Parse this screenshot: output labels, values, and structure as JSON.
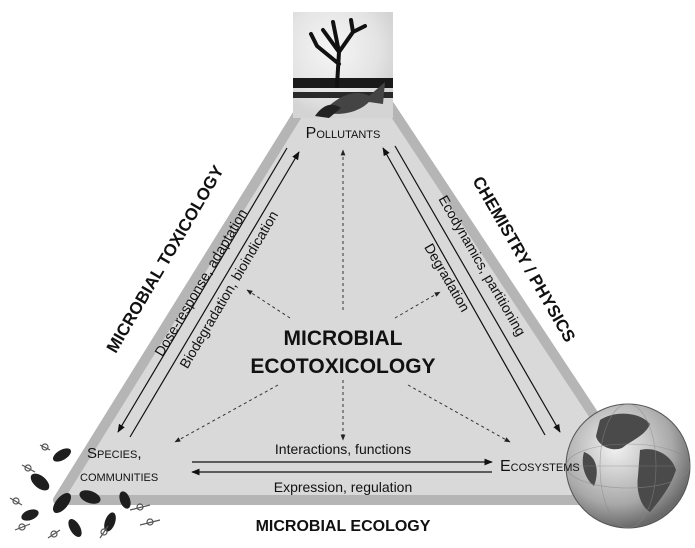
{
  "center": {
    "line1": "MICROBIAL",
    "line2": "ECOTOXICOLOGY"
  },
  "nodes": {
    "pollutants": "Pollutants",
    "species_line1": "Species,",
    "species_line2": "communities",
    "ecosystems": "Ecosystems"
  },
  "sides": {
    "left": "MICROBIAL TOXICOLOGY",
    "right": "CHEMISTRY / PHYSICS",
    "bottom": "MICROBIAL ECOLOGY"
  },
  "edge_labels": {
    "left_outer": "Dose-response, adaptation",
    "left_inner": "Biodegradation, bioindication",
    "right_outer": "Ecodynamics, partitioning",
    "right_inner": "Degradation",
    "bottom_top": "Interactions, functions",
    "bottom_bottom": "Expression, regulation"
  },
  "images": {
    "pollutants": "dead-tree-and-fish-icon",
    "species": "microorganism-cluster-icon",
    "ecosystems": "globe-icon"
  },
  "colors": {
    "triangle_fill": "#d9d9d9",
    "triangle_edge": "#b5b5b5",
    "text": "#111111"
  }
}
